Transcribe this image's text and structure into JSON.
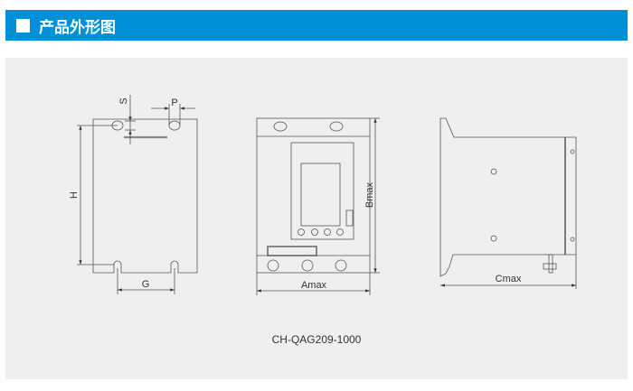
{
  "header": {
    "title": "产品外形图",
    "accent": "#0090d8"
  },
  "drawing": {
    "labels": {
      "s": "S",
      "p": "P",
      "h": "H",
      "g": "G",
      "amax": "Amax",
      "bmax": "Bmax",
      "cmax": "Cmax"
    },
    "model": "CH-QAG209-1000"
  }
}
